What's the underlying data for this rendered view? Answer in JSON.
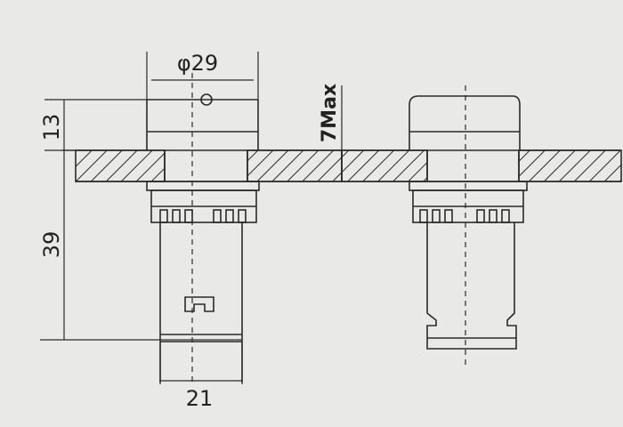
{
  "labels": {
    "diameter": "φ29",
    "height_top": "13",
    "height_body": "39",
    "width_body": "21",
    "panel_max": "7Max"
  },
  "colors": {
    "background": "#e9e9e7",
    "line": "#2a2a2a"
  }
}
